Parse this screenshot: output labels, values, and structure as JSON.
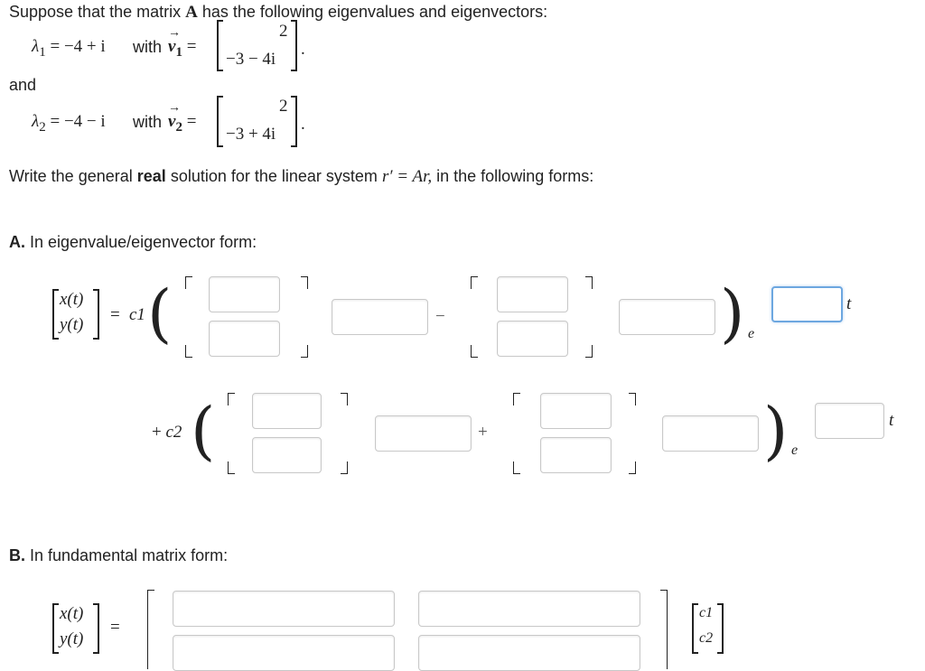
{
  "intro": "Suppose that the matrix",
  "matrix_symbol": "A",
  "intro_rest": "has the following eigenvalues and eigenvectors:",
  "eig1": {
    "lambda": "λ1",
    "lambda_sym": "λ",
    "lambda_sub": "1",
    "value": "= −4 + i",
    "with": "with",
    "vec_sym": "v",
    "vec_sub": "1",
    "equals": "=",
    "top": "2",
    "bottom": "−3 − 4i",
    "period": "."
  },
  "and": "and",
  "eig2": {
    "lambda_sym": "λ",
    "lambda_sub": "2",
    "value": "= −4 − i",
    "with": "with",
    "vec_sym": "v",
    "vec_sub": "2",
    "equals": "=",
    "top": "2",
    "bottom": "−3 + 4i",
    "period": "."
  },
  "write": {
    "pre": "Write the general",
    "bold": "real",
    "mid": "solution for the linear system",
    "eq": "r′ = Ar,",
    "post": "in the following forms:"
  },
  "partA": {
    "label": "A.",
    "text": "In eigenvalue/eigenvector form:",
    "lhs_top": "x(t)",
    "lhs_bottom": "y(t)",
    "equals": "=",
    "c1": "c1",
    "c2": "c2",
    "plus": "+",
    "row1_op": "−",
    "row2_op": "+",
    "e": "e",
    "t": "t"
  },
  "partB": {
    "label": "B.",
    "text": "In fundamental matrix form:",
    "lhs_top": "x(t)",
    "lhs_bottom": "y(t)",
    "equals": "=",
    "c1": "c1",
    "c2": "c2"
  }
}
